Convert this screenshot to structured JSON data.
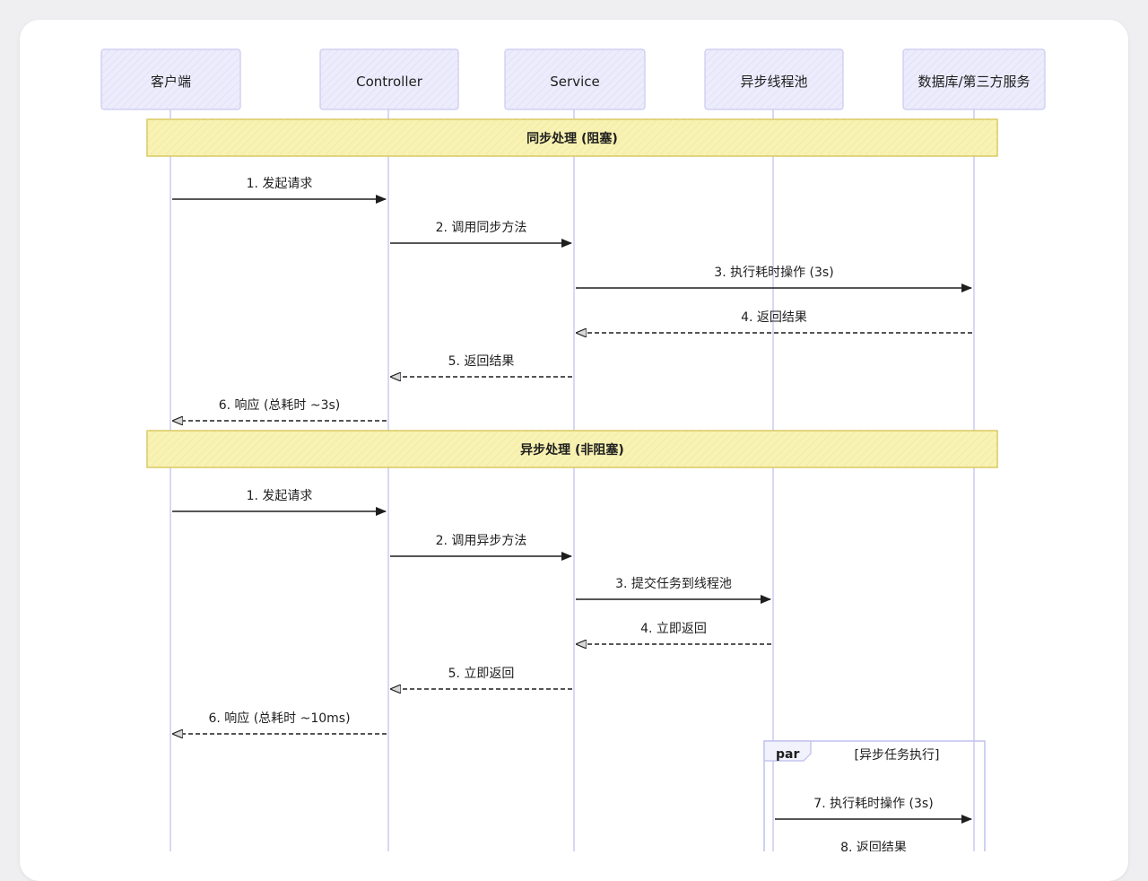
{
  "participants": [
    {
      "id": "client",
      "label": "客户端"
    },
    {
      "id": "controller",
      "label": "Controller"
    },
    {
      "id": "service",
      "label": "Service"
    },
    {
      "id": "pool",
      "label": "异步线程池"
    },
    {
      "id": "db",
      "label": "数据库/第三方服务"
    }
  ],
  "sections": [
    {
      "title": "同步处理 (阻塞)",
      "messages": [
        {
          "label": "1. 发起请求",
          "from": "client",
          "to": "controller",
          "style": "solid"
        },
        {
          "label": "2. 调用同步方法",
          "from": "controller",
          "to": "service",
          "style": "solid"
        },
        {
          "label": "3. 执行耗时操作 (3s)",
          "from": "service",
          "to": "db",
          "style": "solid"
        },
        {
          "label": "4. 返回结果",
          "from": "db",
          "to": "service",
          "style": "dashed"
        },
        {
          "label": "5. 返回结果",
          "from": "service",
          "to": "controller",
          "style": "dashed"
        },
        {
          "label": "6. 响应 (总耗时 ~3s)",
          "from": "controller",
          "to": "client",
          "style": "dashed"
        }
      ]
    },
    {
      "title": "异步处理 (非阻塞)",
      "messages": [
        {
          "label": "1. 发起请求",
          "from": "client",
          "to": "controller",
          "style": "solid"
        },
        {
          "label": "2. 调用异步方法",
          "from": "controller",
          "to": "service",
          "style": "solid"
        },
        {
          "label": "3. 提交任务到线程池",
          "from": "service",
          "to": "pool",
          "style": "solid"
        },
        {
          "label": "4. 立即返回",
          "from": "pool",
          "to": "service",
          "style": "dashed"
        },
        {
          "label": "5. 立即返回",
          "from": "service",
          "to": "controller",
          "style": "dashed"
        },
        {
          "label": "6. 响应 (总耗时 ~10ms)",
          "from": "controller",
          "to": "client",
          "style": "dashed"
        }
      ]
    }
  ],
  "par_block": {
    "tag": "par",
    "title": "[异步任务执行]",
    "messages": [
      {
        "label": "7. 执行耗时操作 (3s)",
        "from": "pool",
        "to": "db",
        "style": "solid"
      },
      {
        "label": "8. 返回结果",
        "from": "db",
        "to": "pool",
        "style": "dashed"
      }
    ]
  },
  "colors": {
    "participant_fill": "#ececfd",
    "participant_stroke": "#c9c9f0",
    "lifeline": "#d8d8f4",
    "banner_fill": "#f8f2b4",
    "banner_stroke": "#d6c659",
    "arrow": "#1e1e1e",
    "par_stroke": "#c5c5ee"
  }
}
